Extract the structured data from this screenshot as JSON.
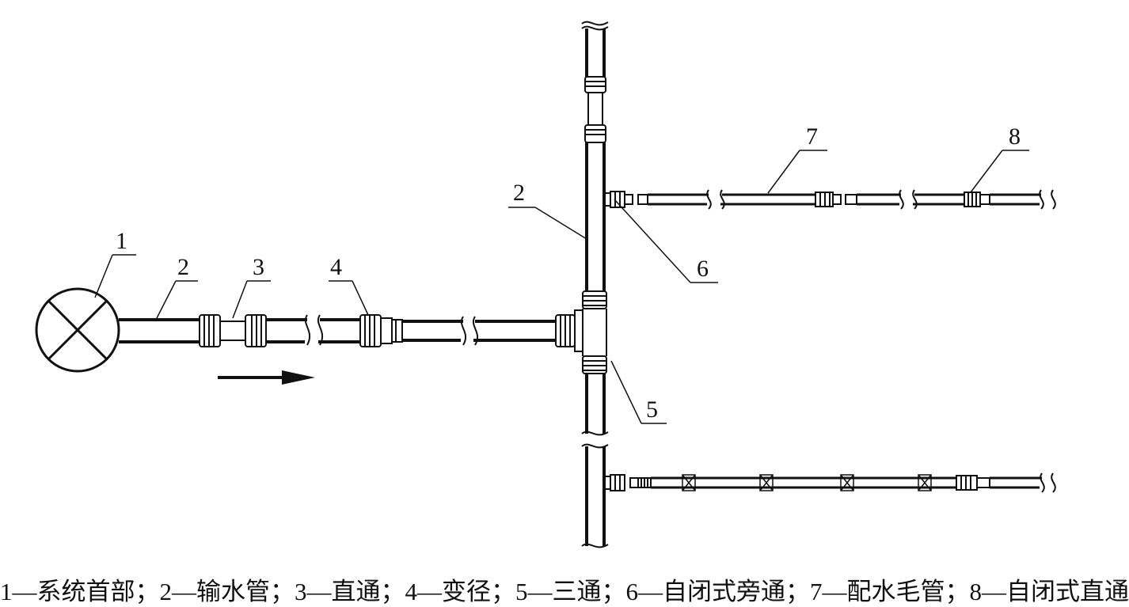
{
  "labels": {
    "n1": "1",
    "n2a": "2",
    "n3": "3",
    "n4": "4",
    "n2b": "2",
    "n5": "5",
    "n6": "6",
    "n7": "7",
    "n8": "8"
  },
  "caption": "1—系统首部；2—输水管；3—直通；4—变径；5—三通；6—自闭式旁通；7—配水毛管；8—自闭式直通",
  "colors": {
    "ink": "#111111",
    "background": "#ffffff"
  }
}
